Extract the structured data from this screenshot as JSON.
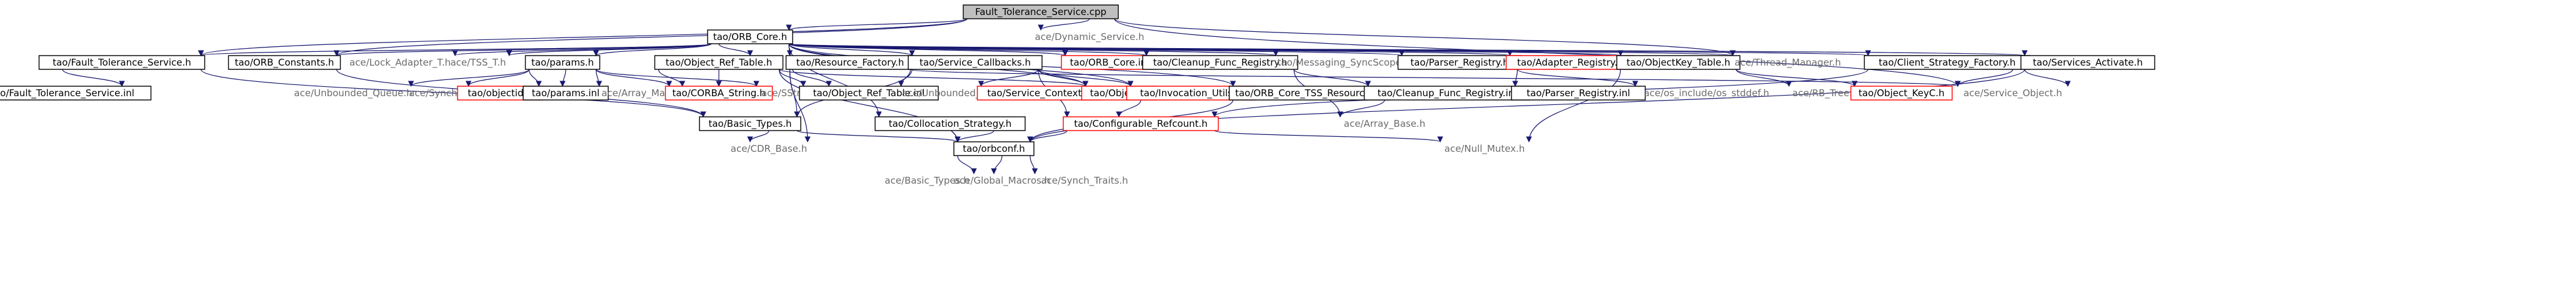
{
  "colors": {
    "edge": "#191970",
    "box_border": "#000000",
    "missing_border": "#ff0000",
    "root_fill": "#bfbfbf",
    "text": "#000000",
    "plain_text": "#6b6b6b",
    "background": "#ffffff"
  },
  "nodes": [
    {
      "id": "root",
      "label": "Fault_Tolerance_Service.cpp",
      "kind": "root"
    },
    {
      "id": "orb_core",
      "label": "tao/ORB_Core.h",
      "kind": "box"
    },
    {
      "id": "dynamic_service",
      "label": "ace/Dynamic_Service.h",
      "kind": "plain"
    },
    {
      "id": "ft_service_h",
      "label": "tao/Fault_Tolerance_Service.h",
      "kind": "box"
    },
    {
      "id": "orb_constants",
      "label": "tao/ORB_Constants.h",
      "kind": "box"
    },
    {
      "id": "lock_adapter",
      "label": "ace/Lock_Adapter_T.h",
      "kind": "plain"
    },
    {
      "id": "tss_t",
      "label": "ace/TSS_T.h",
      "kind": "plain"
    },
    {
      "id": "params_h",
      "label": "tao/params.h",
      "kind": "box"
    },
    {
      "id": "object_ref_table",
      "label": "tao/Object_Ref_Table.h",
      "kind": "box"
    },
    {
      "id": "resource_factory",
      "label": "tao/Resource_Factory.h",
      "kind": "box"
    },
    {
      "id": "service_callbacks",
      "label": "tao/Service_Callbacks.h",
      "kind": "box"
    },
    {
      "id": "orb_core_inl",
      "label": "tao/ORB_Core.inl",
      "kind": "missing"
    },
    {
      "id": "cleanup_func_registry",
      "label": "tao/Cleanup_Func_Registry.h",
      "kind": "box"
    },
    {
      "id": "messaging_syncscope",
      "label": "tao/Messaging_SyncScopeC.h",
      "kind": "plain"
    },
    {
      "id": "parser_registry",
      "label": "tao/Parser_Registry.h",
      "kind": "box"
    },
    {
      "id": "adapter_registry",
      "label": "tao/Adapter_Registry.h",
      "kind": "missing"
    },
    {
      "id": "objectkey_table",
      "label": "tao/ObjectKey_Table.h",
      "kind": "box"
    },
    {
      "id": "thread_manager",
      "label": "ace/Thread_Manager.h",
      "kind": "plain"
    },
    {
      "id": "client_strategy_factory",
      "label": "tao/Client_Strategy_Factory.h",
      "kind": "box"
    },
    {
      "id": "services_activate",
      "label": "tao/Services_Activate.h",
      "kind": "box"
    },
    {
      "id": "ft_service_inl",
      "label": "tao/Fault_Tolerance_Service.inl",
      "kind": "box"
    },
    {
      "id": "unbounded_queue",
      "label": "ace/Unbounded_Queue.h",
      "kind": "plain"
    },
    {
      "id": "synch",
      "label": "ace/Synch.h",
      "kind": "plain"
    },
    {
      "id": "objectid",
      "label": "tao/objectid.h",
      "kind": "missing"
    },
    {
      "id": "params_inl",
      "label": "tao/params.inl",
      "kind": "box"
    },
    {
      "id": "array_map",
      "label": "ace/Array_Map.h",
      "kind": "plain"
    },
    {
      "id": "corba_string",
      "label": "tao/CORBA_String.h",
      "kind": "missing"
    },
    {
      "id": "sstring",
      "label": "ace/SString.h",
      "kind": "plain"
    },
    {
      "id": "object_ref_table_inl",
      "label": "tao/Object_Ref_Table.inl",
      "kind": "box"
    },
    {
      "id": "unbounded_set",
      "label": "ace/Unbounded_Set.h",
      "kind": "plain"
    },
    {
      "id": "service_context",
      "label": "tao/Service_Context.h",
      "kind": "missing"
    },
    {
      "id": "object_h",
      "label": "tao/Object.h",
      "kind": "missing"
    },
    {
      "id": "invocation_utils",
      "label": "tao/Invocation_Utils.h",
      "kind": "missing"
    },
    {
      "id": "orb_core_tss",
      "label": "tao/ORB_Core_TSS_Resources.h",
      "kind": "box"
    },
    {
      "id": "cleanup_func_registry_inl",
      "label": "tao/Cleanup_Func_Registry.inl",
      "kind": "box"
    },
    {
      "id": "parser_registry_inl",
      "label": "tao/Parser_Registry.inl",
      "kind": "box"
    },
    {
      "id": "os_stddef",
      "label": "ace/os_include/os_stddef.h",
      "kind": "plain"
    },
    {
      "id": "rb_tree",
      "label": "ace/RB_Tree.h",
      "kind": "plain"
    },
    {
      "id": "object_keyc",
      "label": "tao/Object_KeyC.h",
      "kind": "missing"
    },
    {
      "id": "service_object",
      "label": "ace/Service_Object.h",
      "kind": "plain"
    },
    {
      "id": "basic_types_tao",
      "label": "tao/Basic_Types.h",
      "kind": "box"
    },
    {
      "id": "collocation_strategy",
      "label": "tao/Collocation_Strategy.h",
      "kind": "box"
    },
    {
      "id": "configurable_refcount",
      "label": "tao/Configurable_Refcount.h",
      "kind": "missing"
    },
    {
      "id": "array_base",
      "label": "ace/Array_Base.h",
      "kind": "plain"
    },
    {
      "id": "cdr_base",
      "label": "ace/CDR_Base.h",
      "kind": "plain"
    },
    {
      "id": "orbconf",
      "label": "tao/orbconf.h",
      "kind": "box"
    },
    {
      "id": "null_mutex",
      "label": "ace/Null_Mutex.h",
      "kind": "plain"
    },
    {
      "id": "basic_types_ace",
      "label": "ace/Basic_Types.h",
      "kind": "plain"
    },
    {
      "id": "global_macros",
      "label": "ace/Global_Macros.h",
      "kind": "plain"
    },
    {
      "id": "synch_traits",
      "label": "ace/Synch_Traits.h",
      "kind": "plain"
    }
  ],
  "edges": [
    [
      "root",
      "orb_core"
    ],
    [
      "root",
      "dynamic_service"
    ],
    [
      "root",
      "ft_service_h"
    ],
    [
      "root",
      "orb_constants"
    ],
    [
      "root",
      "thread_manager"
    ],
    [
      "root",
      "service_object"
    ],
    [
      "orb_core",
      "ft_service_h"
    ],
    [
      "orb_core",
      "orb_constants"
    ],
    [
      "orb_core",
      "lock_adapter"
    ],
    [
      "orb_core",
      "tss_t"
    ],
    [
      "orb_core",
      "params_h"
    ],
    [
      "orb_core",
      "object_ref_table"
    ],
    [
      "orb_core",
      "resource_factory"
    ],
    [
      "orb_core",
      "service_callbacks"
    ],
    [
      "orb_core",
      "orb_core_inl"
    ],
    [
      "orb_core",
      "cleanup_func_registry"
    ],
    [
      "orb_core",
      "messaging_syncscope"
    ],
    [
      "orb_core",
      "parser_registry"
    ],
    [
      "orb_core",
      "adapter_registry"
    ],
    [
      "orb_core",
      "objectkey_table"
    ],
    [
      "orb_core",
      "thread_manager"
    ],
    [
      "orb_core",
      "client_strategy_factory"
    ],
    [
      "orb_core",
      "services_activate"
    ],
    [
      "orb_core",
      "collocation_strategy"
    ],
    [
      "orb_core",
      "object_h"
    ],
    [
      "orb_core",
      "invocation_utils"
    ],
    [
      "orb_core",
      "orb_core_tss"
    ],
    [
      "ft_service_h",
      "ft_service_inl"
    ],
    [
      "ft_service_h",
      "basic_types_tao"
    ],
    [
      "orb_constants",
      "basic_types_tao"
    ],
    [
      "params_h",
      "unbounded_queue"
    ],
    [
      "params_h",
      "synch"
    ],
    [
      "params_h",
      "objectid"
    ],
    [
      "params_h",
      "params_inl"
    ],
    [
      "params_h",
      "array_map"
    ],
    [
      "params_h",
      "corba_string"
    ],
    [
      "params_h",
      "sstring"
    ],
    [
      "object_ref_table",
      "object_ref_table_inl"
    ],
    [
      "object_ref_table",
      "array_map"
    ],
    [
      "object_ref_table",
      "corba_string"
    ],
    [
      "object_ref_table",
      "object_h"
    ],
    [
      "object_ref_table",
      "orbconf"
    ],
    [
      "resource_factory",
      "unbounded_set"
    ],
    [
      "resource_factory",
      "sstring"
    ],
    [
      "resource_factory",
      "basic_types_tao"
    ],
    [
      "resource_factory",
      "cdr_base"
    ],
    [
      "resource_factory",
      "service_object"
    ],
    [
      "service_callbacks",
      "service_context"
    ],
    [
      "service_callbacks",
      "object_h"
    ],
    [
      "service_callbacks",
      "invocation_utils"
    ],
    [
      "service_callbacks",
      "basic_types_tao"
    ],
    [
      "service_callbacks",
      "configurable_refcount"
    ],
    [
      "cleanup_func_registry",
      "cleanup_func_registry_inl"
    ],
    [
      "cleanup_func_registry",
      "array_base"
    ],
    [
      "parser_registry",
      "parser_registry_inl"
    ],
    [
      "parser_registry",
      "os_stddef"
    ],
    [
      "objectkey_table",
      "rb_tree"
    ],
    [
      "objectkey_table",
      "object_keyc"
    ],
    [
      "objectkey_table",
      "null_mutex"
    ],
    [
      "client_strategy_factory",
      "service_object"
    ],
    [
      "client_strategy_factory",
      "configurable_refcount"
    ],
    [
      "services_activate",
      "service_object"
    ],
    [
      "services_activate",
      "orbconf"
    ],
    [
      "object_h",
      "configurable_refcount"
    ],
    [
      "orb_core_tss",
      "array_base"
    ],
    [
      "orb_core_tss",
      "orbconf"
    ],
    [
      "basic_types_tao",
      "cdr_base"
    ],
    [
      "basic_types_tao",
      "orbconf"
    ],
    [
      "collocation_strategy",
      "orbconf"
    ],
    [
      "configurable_refcount",
      "orbconf"
    ],
    [
      "configurable_refcount",
      "null_mutex"
    ],
    [
      "orbconf",
      "basic_types_ace"
    ],
    [
      "orbconf",
      "global_macros"
    ],
    [
      "orbconf",
      "synch_traits"
    ]
  ]
}
